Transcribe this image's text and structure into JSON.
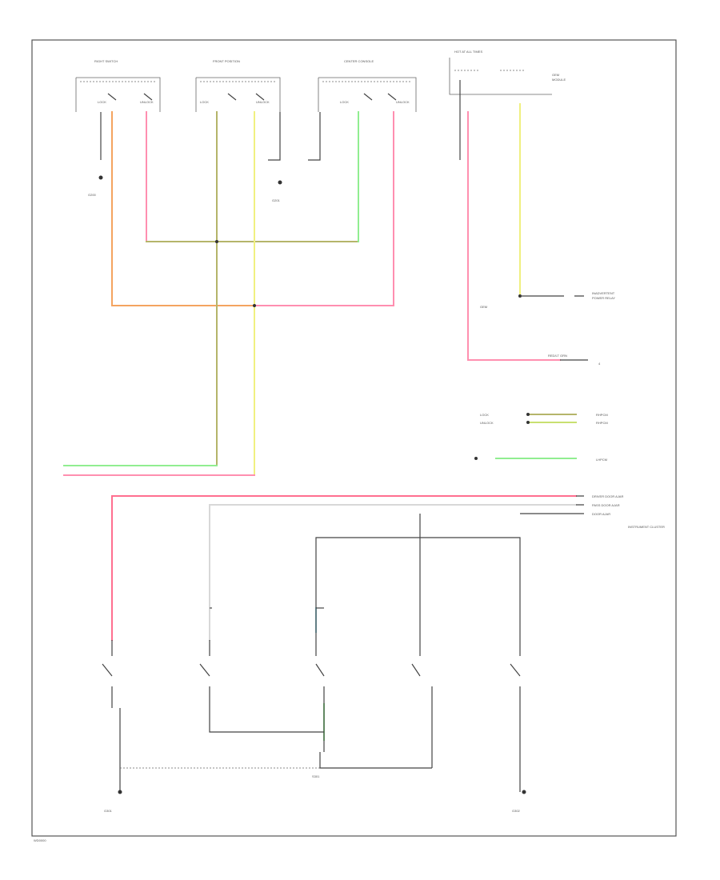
{
  "document": {
    "footer_code": "WD0000"
  },
  "colors": {
    "orange": "#f4a460",
    "pink": "#ff8fb0",
    "red_pink": "#ff6f8f",
    "olive": "#b5b56a",
    "yellow": "#f0f080",
    "green": "#90ee90",
    "light_gray": "#d8d8d8",
    "cyan": "#90d8e8",
    "black": "#333333"
  },
  "components": {
    "top_left_module_title": "RIGHT SWITCH",
    "top_center_module_title": "FRONT POSITION",
    "top_right_module_title": "CENTER CONSOLE",
    "top_right_connector": "HOT AT ALL TIMES",
    "lower_right_module": "INSTRUMENT CLUSTER"
  }
}
